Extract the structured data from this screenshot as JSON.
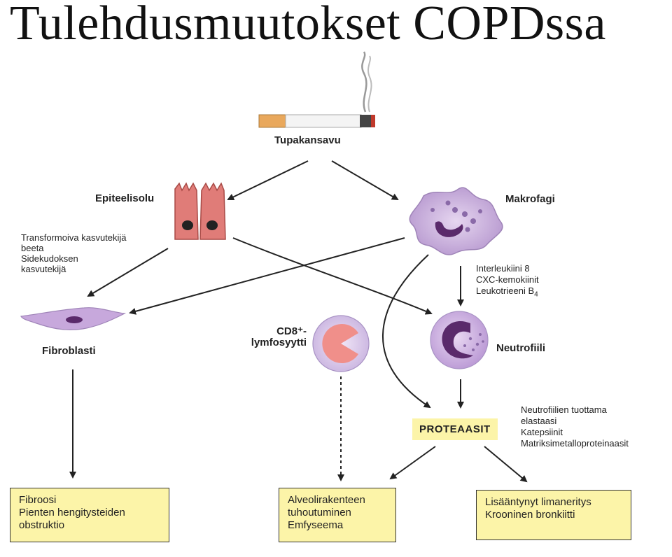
{
  "title": "Tulehdusmuutokset COPDssa",
  "nodes": {
    "smoke": "Tupakansavu",
    "epithelial": "Epiteelisolu",
    "macrophage": "Makrofagi",
    "fibroblast": "Fibroblasti",
    "cd8": "CD8⁺-\nlymfosyytti",
    "neutrophil": "Neutrofiili",
    "proteases": "PROTEAASIT"
  },
  "epithelial_factors": "Transformoiva kasvutekijä\nbeeta\nSidekudoksen\nkasvutekijä",
  "macrophage_factors": {
    "line1": "Interleukiini 8",
    "line2": "CXC-kemokiinit",
    "line3": "Leukotrieeni B",
    "line3_sub": "4"
  },
  "protease_list": "Neutrofiilien tuottama\nelastaasi\nKatepsiinit\nMatriksimetalloproteinaasit",
  "outcomes": {
    "fibrosis": "Fibroosi\nPienten hengitysteiden\nobstruktio",
    "alveolar": "Alveolirakenteen\ntuhoutuminen\nEmfyseema",
    "mucus": "Lisääntynyt limaneritys\nKrooninen bronkiitti"
  },
  "colors": {
    "epithelial": "#e07c78",
    "macrophage": "#c7a8dc",
    "nucleus": "#5a2a6b",
    "box_fill": "#fcf4a8"
  }
}
